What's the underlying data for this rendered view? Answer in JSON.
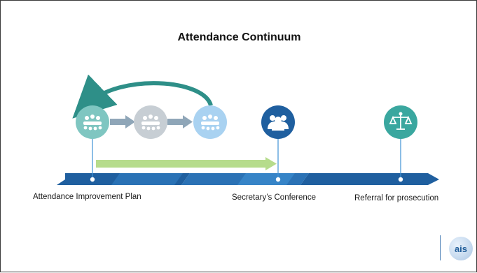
{
  "slide": {
    "title": "Attendance Continuum",
    "stages": [
      {
        "label": "Attendance Improvement Plan",
        "icon": "group-meeting-icon"
      },
      {
        "label": "Secretary’s Conference",
        "icon": "people-icon"
      },
      {
        "label": "Referral for prosecution",
        "icon": "scales-of-justice-icon"
      }
    ],
    "logo_text": "ais"
  },
  "colors": {
    "arrow_dark": "#1f5f9f",
    "arrow_mid": "#2f7bbf",
    "arrow_light": "#3f93d6",
    "teal": "#3aa79f",
    "light_blue_circle": "#a9d2f1",
    "teal_circle": "#7fc6c1",
    "gray_circle": "#c7ced4",
    "green_bar": "#b6dc8c",
    "people_blue": "#1f5f9f"
  }
}
